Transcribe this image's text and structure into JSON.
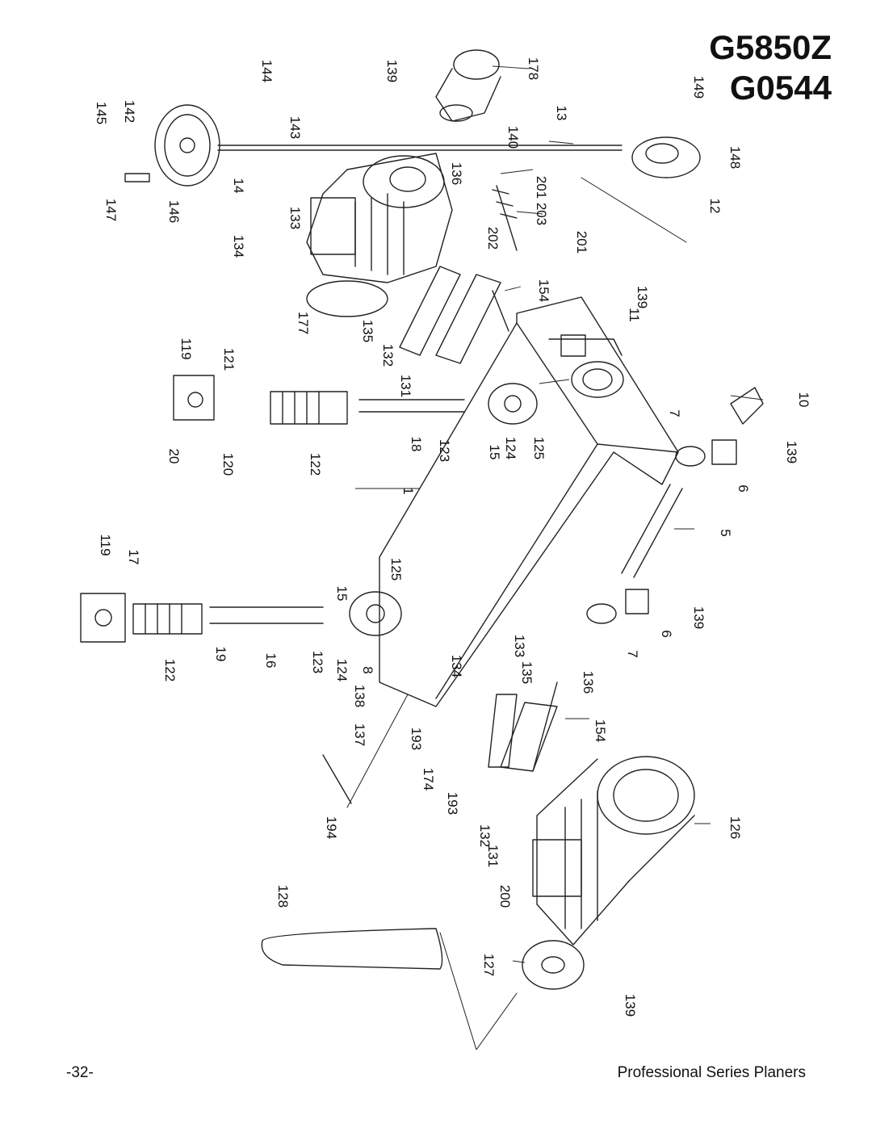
{
  "header": {
    "model_primary": "G5850Z",
    "model_secondary": "G0544"
  },
  "footer": {
    "page_number": "-32-",
    "series_title": "Professional Series Planers"
  },
  "part_labels": [
    {
      "id": "l1",
      "text": "145"
    },
    {
      "id": "l2",
      "text": "142"
    },
    {
      "id": "l3",
      "text": "144"
    },
    {
      "id": "l4",
      "text": "143"
    },
    {
      "id": "l5",
      "text": "139"
    },
    {
      "id": "l6",
      "text": "178"
    },
    {
      "id": "l7",
      "text": "140"
    },
    {
      "id": "l8",
      "text": "13"
    },
    {
      "id": "l9",
      "text": "149"
    },
    {
      "id": "l10",
      "text": "148"
    },
    {
      "id": "l11",
      "text": "147"
    },
    {
      "id": "l12",
      "text": "146"
    },
    {
      "id": "l13",
      "text": "14"
    },
    {
      "id": "l14",
      "text": "136"
    },
    {
      "id": "l15",
      "text": "201"
    },
    {
      "id": "l16",
      "text": "203"
    },
    {
      "id": "l17",
      "text": "12"
    },
    {
      "id": "l18",
      "text": "134"
    },
    {
      "id": "l19",
      "text": "133"
    },
    {
      "id": "l20",
      "text": "202"
    },
    {
      "id": "l21",
      "text": "201"
    },
    {
      "id": "l22",
      "text": "154"
    },
    {
      "id": "l23",
      "text": "139"
    },
    {
      "id": "l24",
      "text": "177"
    },
    {
      "id": "l25",
      "text": "135"
    },
    {
      "id": "l26",
      "text": "11"
    },
    {
      "id": "l27",
      "text": "119"
    },
    {
      "id": "l28",
      "text": "121"
    },
    {
      "id": "l29",
      "text": "132"
    },
    {
      "id": "l30",
      "text": "131"
    },
    {
      "id": "l31",
      "text": "10"
    },
    {
      "id": "l32",
      "text": "7"
    },
    {
      "id": "l33",
      "text": "20"
    },
    {
      "id": "l34",
      "text": "120"
    },
    {
      "id": "l35",
      "text": "122"
    },
    {
      "id": "l36",
      "text": "18"
    },
    {
      "id": "l37",
      "text": "123"
    },
    {
      "id": "l38",
      "text": "15"
    },
    {
      "id": "l39",
      "text": "124"
    },
    {
      "id": "l40",
      "text": "125"
    },
    {
      "id": "l41",
      "text": "139"
    },
    {
      "id": "l42",
      "text": "6"
    },
    {
      "id": "l43",
      "text": "1"
    },
    {
      "id": "l44",
      "text": "5"
    },
    {
      "id": "l45",
      "text": "119"
    },
    {
      "id": "l46",
      "text": "17"
    },
    {
      "id": "l47",
      "text": "125"
    },
    {
      "id": "l48",
      "text": "15"
    },
    {
      "id": "l49",
      "text": "139"
    },
    {
      "id": "l50",
      "text": "6"
    },
    {
      "id": "l51",
      "text": "122"
    },
    {
      "id": "l52",
      "text": "19"
    },
    {
      "id": "l53",
      "text": "16"
    },
    {
      "id": "l54",
      "text": "123"
    },
    {
      "id": "l55",
      "text": "124"
    },
    {
      "id": "l56",
      "text": "8"
    },
    {
      "id": "l57",
      "text": "134"
    },
    {
      "id": "l58",
      "text": "133"
    },
    {
      "id": "l59",
      "text": "135"
    },
    {
      "id": "l60",
      "text": "7"
    },
    {
      "id": "l61",
      "text": "138"
    },
    {
      "id": "l62",
      "text": "136"
    },
    {
      "id": "l63",
      "text": "137"
    },
    {
      "id": "l64",
      "text": "193"
    },
    {
      "id": "l65",
      "text": "154"
    },
    {
      "id": "l66",
      "text": "174"
    },
    {
      "id": "l67",
      "text": "193"
    },
    {
      "id": "l68",
      "text": "194"
    },
    {
      "id": "l69",
      "text": "132"
    },
    {
      "id": "l70",
      "text": "126"
    },
    {
      "id": "l71",
      "text": "131"
    },
    {
      "id": "l72",
      "text": "128"
    },
    {
      "id": "l73",
      "text": "200"
    },
    {
      "id": "l74",
      "text": "127"
    },
    {
      "id": "l75",
      "text": "139"
    }
  ]
}
